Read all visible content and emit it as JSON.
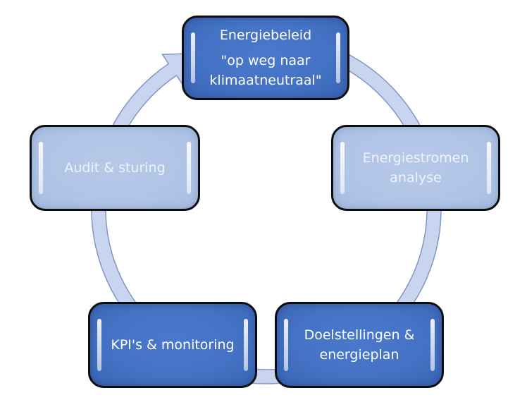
{
  "diagram": {
    "type": "cycle",
    "colors": {
      "dark_node": "#4472c4",
      "light_node": "#b0c4e6",
      "ring": "#c9d5ee",
      "ring_stroke": "#7f96c7",
      "border": "#0d0d0d",
      "text": "#ffffff"
    },
    "nodes": [
      {
        "id": "energiebeleid",
        "title": "Energiebeleid",
        "subtitle": "\"op weg naar klimaatneutraal\"",
        "style": "dark"
      },
      {
        "id": "energiestromen",
        "title": "Energiestromen analyse",
        "style": "light"
      },
      {
        "id": "doelstellingen",
        "title": "Doelstellingen & energieplan",
        "style": "dark"
      },
      {
        "id": "kpi",
        "title": "KPI's & monitoring",
        "style": "dark"
      },
      {
        "id": "audit",
        "title": "Audit & sturing",
        "style": "light"
      }
    ],
    "flow": "clockwise"
  }
}
